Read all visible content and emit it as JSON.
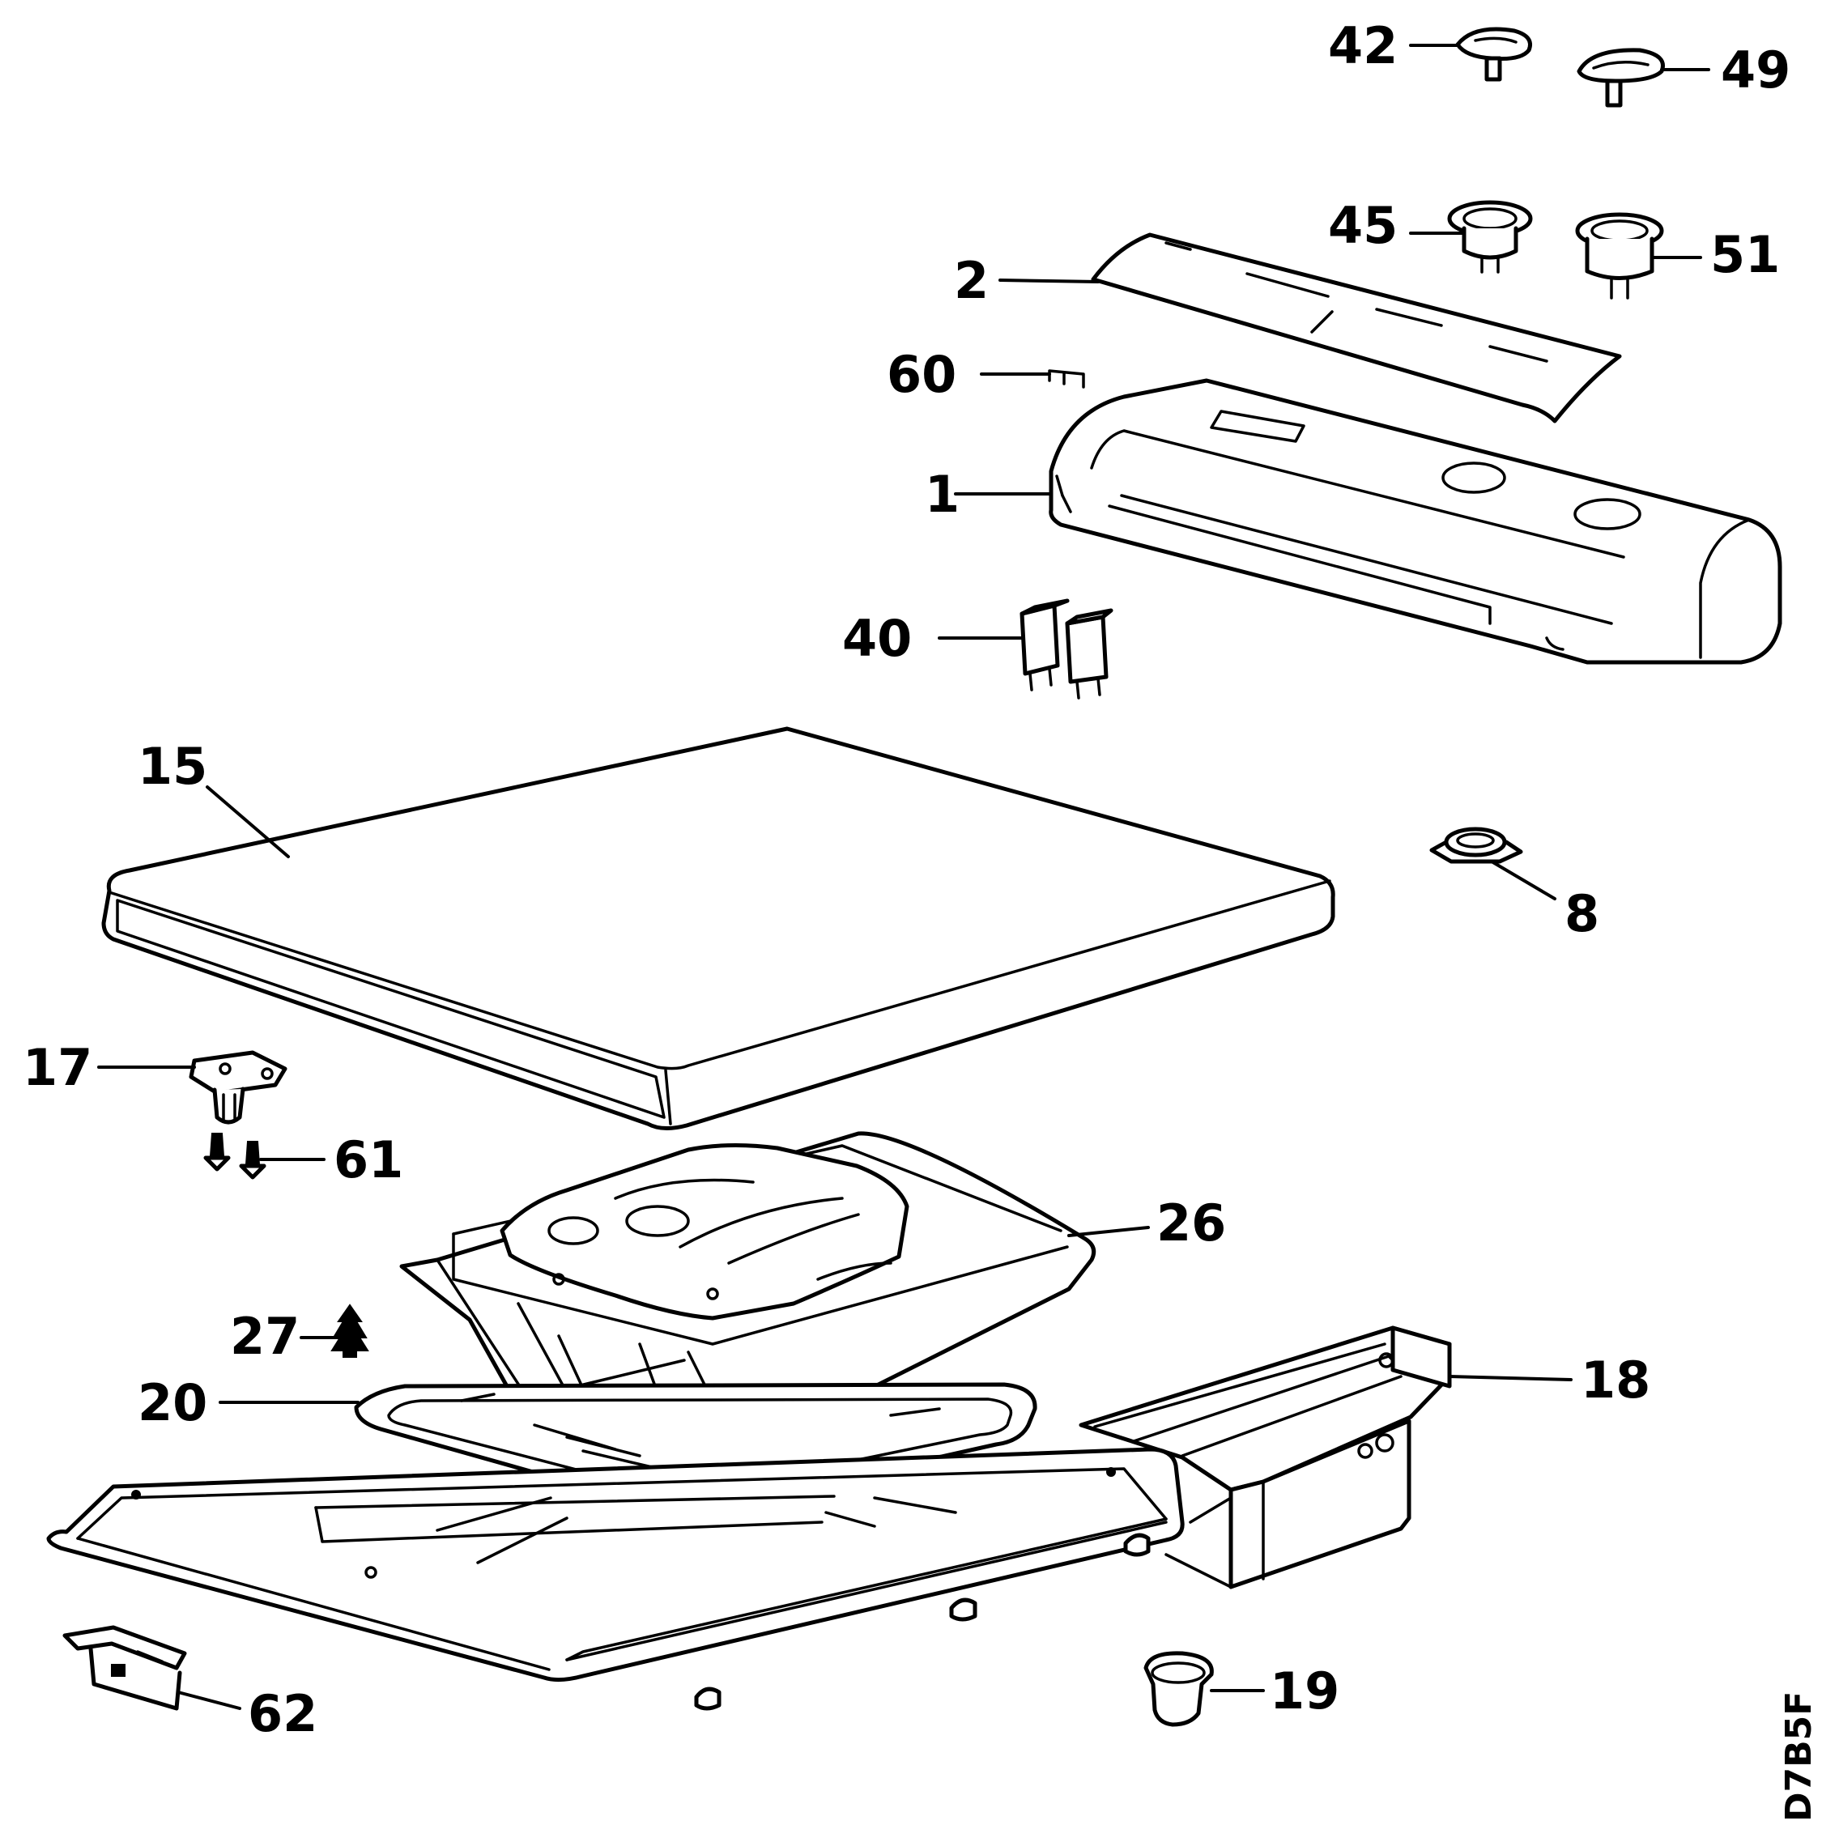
{
  "callouts": {
    "c42": "42",
    "c49": "49",
    "c45": "45",
    "c51": "51",
    "c2": "2",
    "c60": "60",
    "c1": "1",
    "c40": "40",
    "c15": "15",
    "c8": "8",
    "c17": "17",
    "c61": "61",
    "c26": "26",
    "c27": "27",
    "c18": "18",
    "c20": "20",
    "c62": "62",
    "c19": "19"
  },
  "drawing_code": "D7B5F"
}
